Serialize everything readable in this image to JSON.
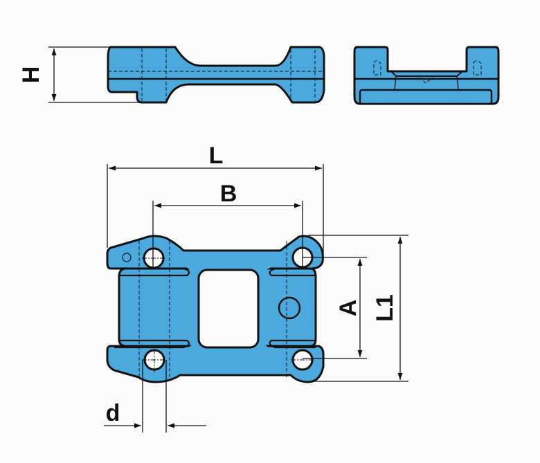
{
  "labels": {
    "height": "H",
    "length": "L",
    "hole_spacing_x": "B",
    "hole_spacing_y": "A",
    "width": "L1",
    "hole_diameter": "d"
  },
  "colors": {
    "part": "#4ba9dd",
    "line": "#111111",
    "background": "#fbfbfb"
  }
}
